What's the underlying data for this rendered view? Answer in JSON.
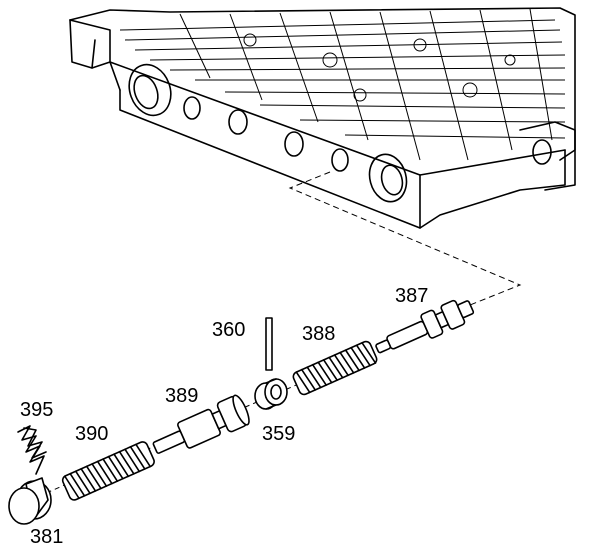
{
  "callouts": [
    {
      "id": "p387",
      "text": "387"
    },
    {
      "id": "p360",
      "text": "360"
    },
    {
      "id": "p388",
      "text": "388"
    },
    {
      "id": "p389",
      "text": "389"
    },
    {
      "id": "p359",
      "text": "359"
    },
    {
      "id": "p395",
      "text": "395"
    },
    {
      "id": "p390",
      "text": "390"
    },
    {
      "id": "p381",
      "text": "381"
    }
  ]
}
